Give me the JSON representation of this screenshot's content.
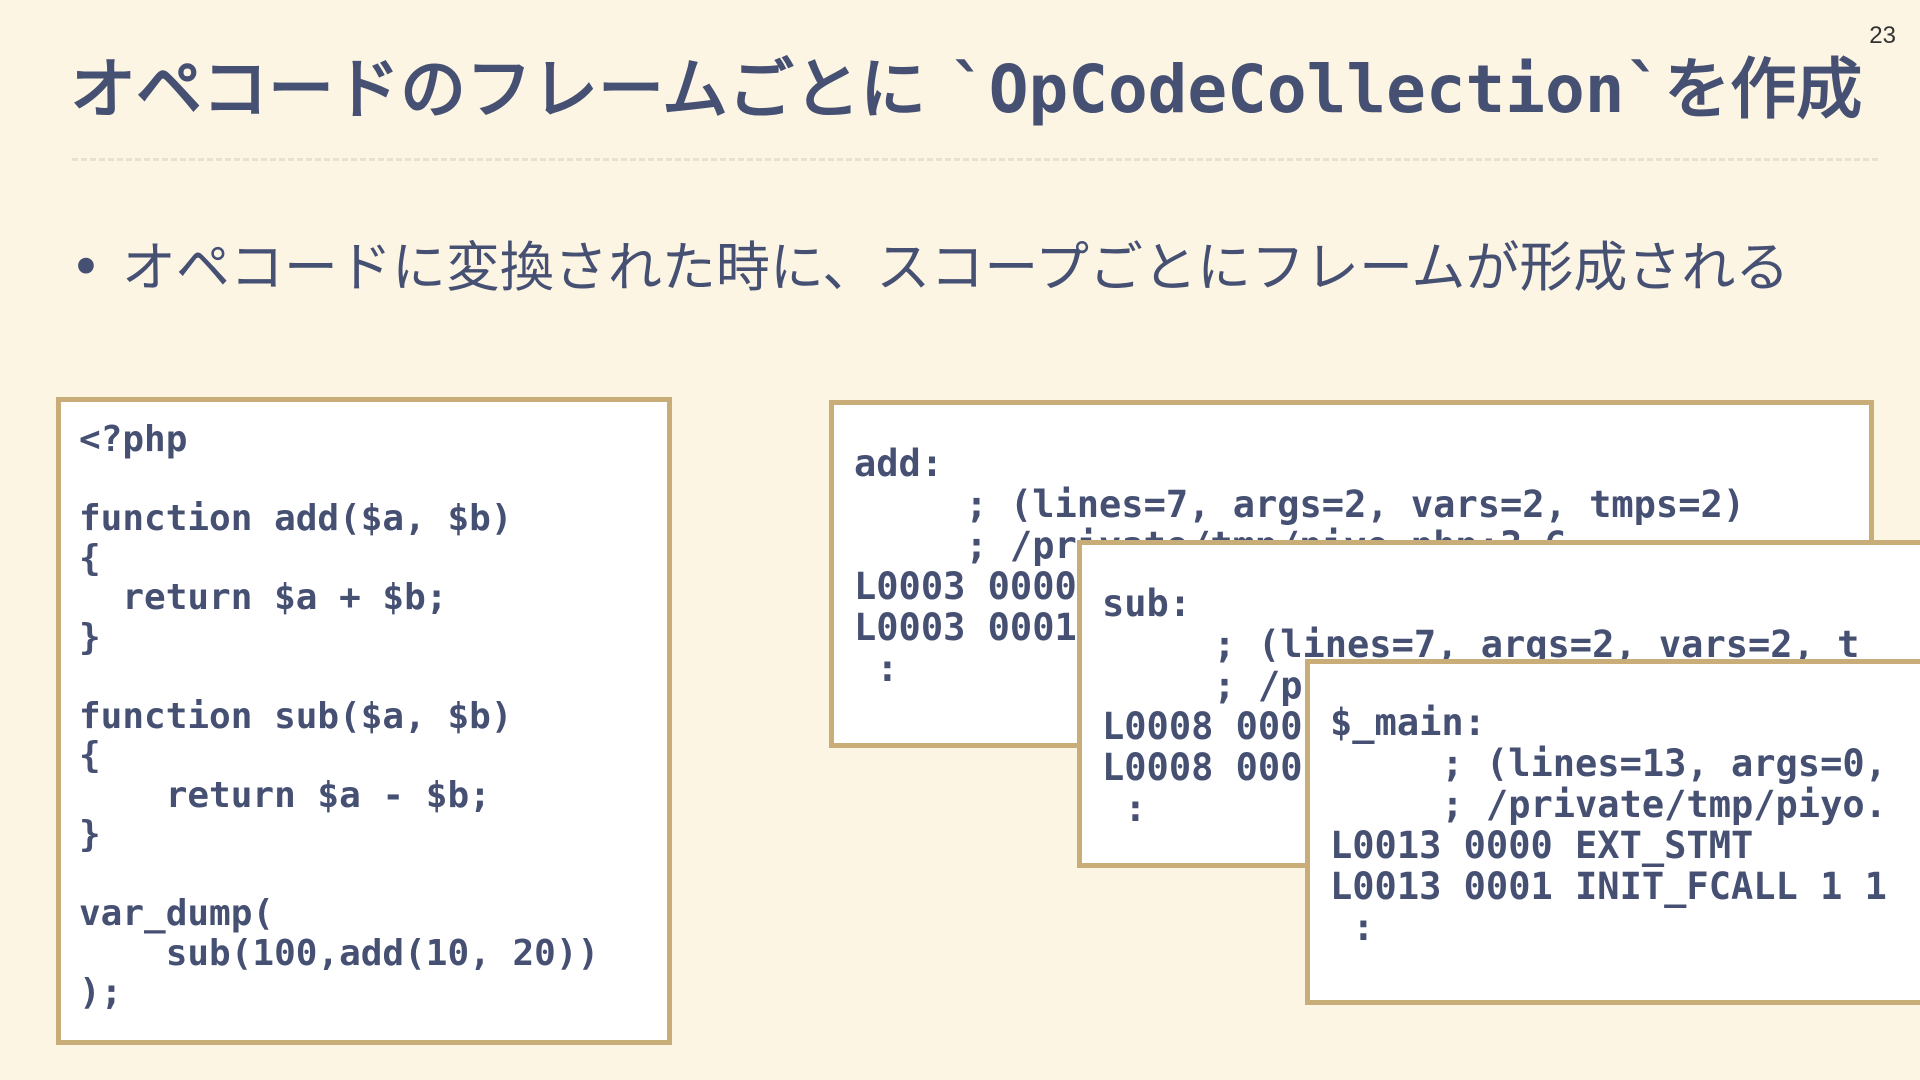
{
  "slide": {
    "page_number": "23",
    "title_prefix": "オペコードのフレームごとに ",
    "title_code": "`OpCodeCollection`",
    "title_suffix": "を作成",
    "bullet_marker": "•",
    "bullet_text": "オペコードに変換された時に、スコープごとにフレームが形成される"
  },
  "php_source": {
    "code": "<?php\n\nfunction add($a, $b)\n{\n  return $a + $b;\n}\n\nfunction sub($a, $b)\n{\n    return $a - $b;\n}\n\nvar_dump(\n    sub(100,add(10, 20))\n);"
  },
  "opcode_frames": {
    "add": {
      "text": "add:\n     ; (lines=7, args=2, vars=2, tmps=2)\n     ; /private/tmp/piyo.php:3-6\nL0003 0000 \nL0003 0001 \n :"
    },
    "sub": {
      "text": "sub:\n     ; (lines=7, args=2, vars=2, t\n     ; /p\nL0008 000\nL0008 000\n :"
    },
    "main": {
      "text": "$_main:\n     ; (lines=13, args=0,\n     ; /private/tmp/piyo.\nL0013 0000 EXT_STMT\nL0013 0001 INIT_FCALL 1 1\n :"
    }
  },
  "colors": {
    "background": "#fdf5e4",
    "text": "#455072",
    "box_border": "#c8ad78",
    "rule": "#e9e0cf"
  }
}
